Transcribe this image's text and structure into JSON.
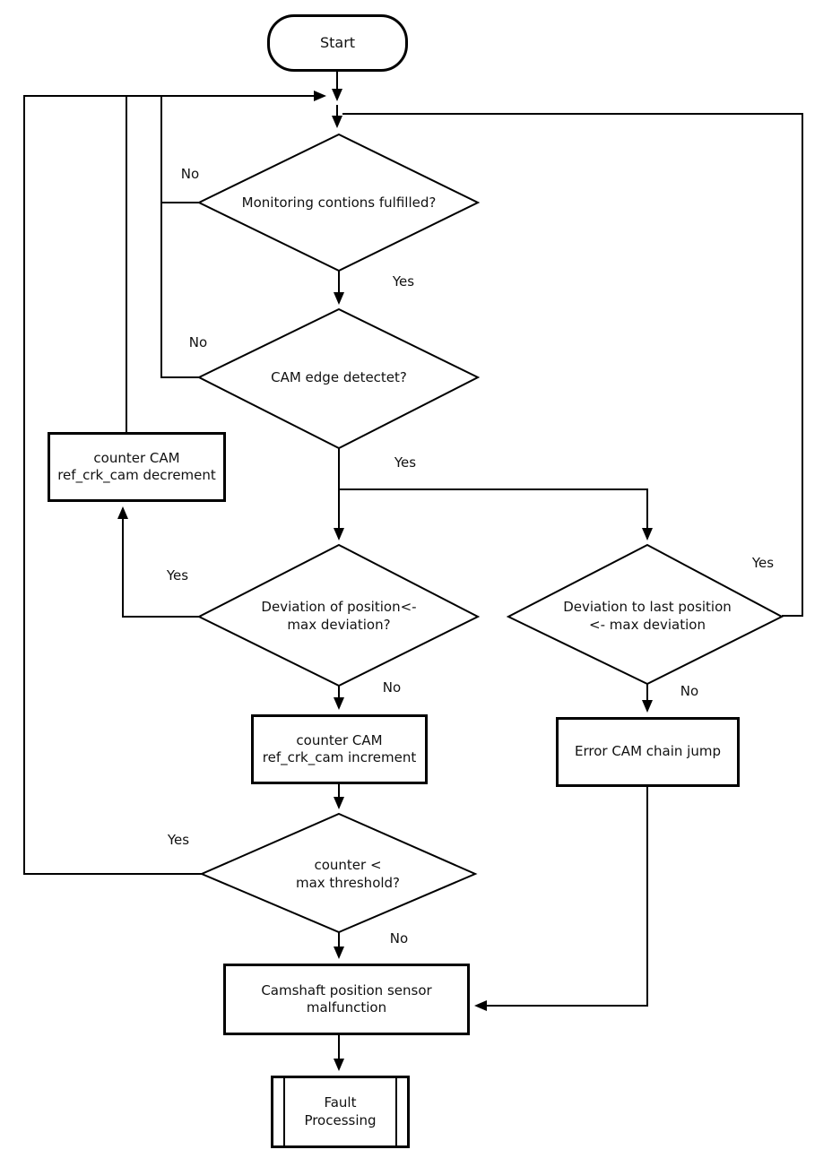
{
  "diagram": {
    "nodes": {
      "start": {
        "label": "Start"
      },
      "monitoring": {
        "label": "Monitoring contions fulfilled?"
      },
      "cam_edge": {
        "label": "CAM edge detectet?"
      },
      "decrement": {
        "label": "counter CAM\nref_crk_cam decrement"
      },
      "deviation_position": {
        "label": "Deviation of position<-\nmax deviation?"
      },
      "deviation_last": {
        "label": "Deviation to last position\n<- max deviation"
      },
      "increment": {
        "label": "counter CAM\nref_crk_cam increment"
      },
      "error_cam_chain": {
        "label": "Error CAM chain jump"
      },
      "counter_threshold": {
        "label": "counter <\nmax threshold?"
      },
      "malfunction": {
        "label": "Camshaft position sensor\nmalfunction"
      },
      "fault_processing": {
        "label": "Fault\nProcessing"
      }
    },
    "edge_labels": {
      "monitoring_no": "No",
      "monitoring_yes": "Yes",
      "cam_edge_no": "No",
      "cam_edge_yes": "Yes",
      "deviation_position_yes": "Yes",
      "deviation_position_no": "No",
      "deviation_last_yes": "Yes",
      "deviation_last_no": "No",
      "counter_yes": "Yes",
      "counter_no": "No"
    },
    "colors": {
      "line": "#000000",
      "background": "#ffffff",
      "text": "#111111"
    }
  }
}
